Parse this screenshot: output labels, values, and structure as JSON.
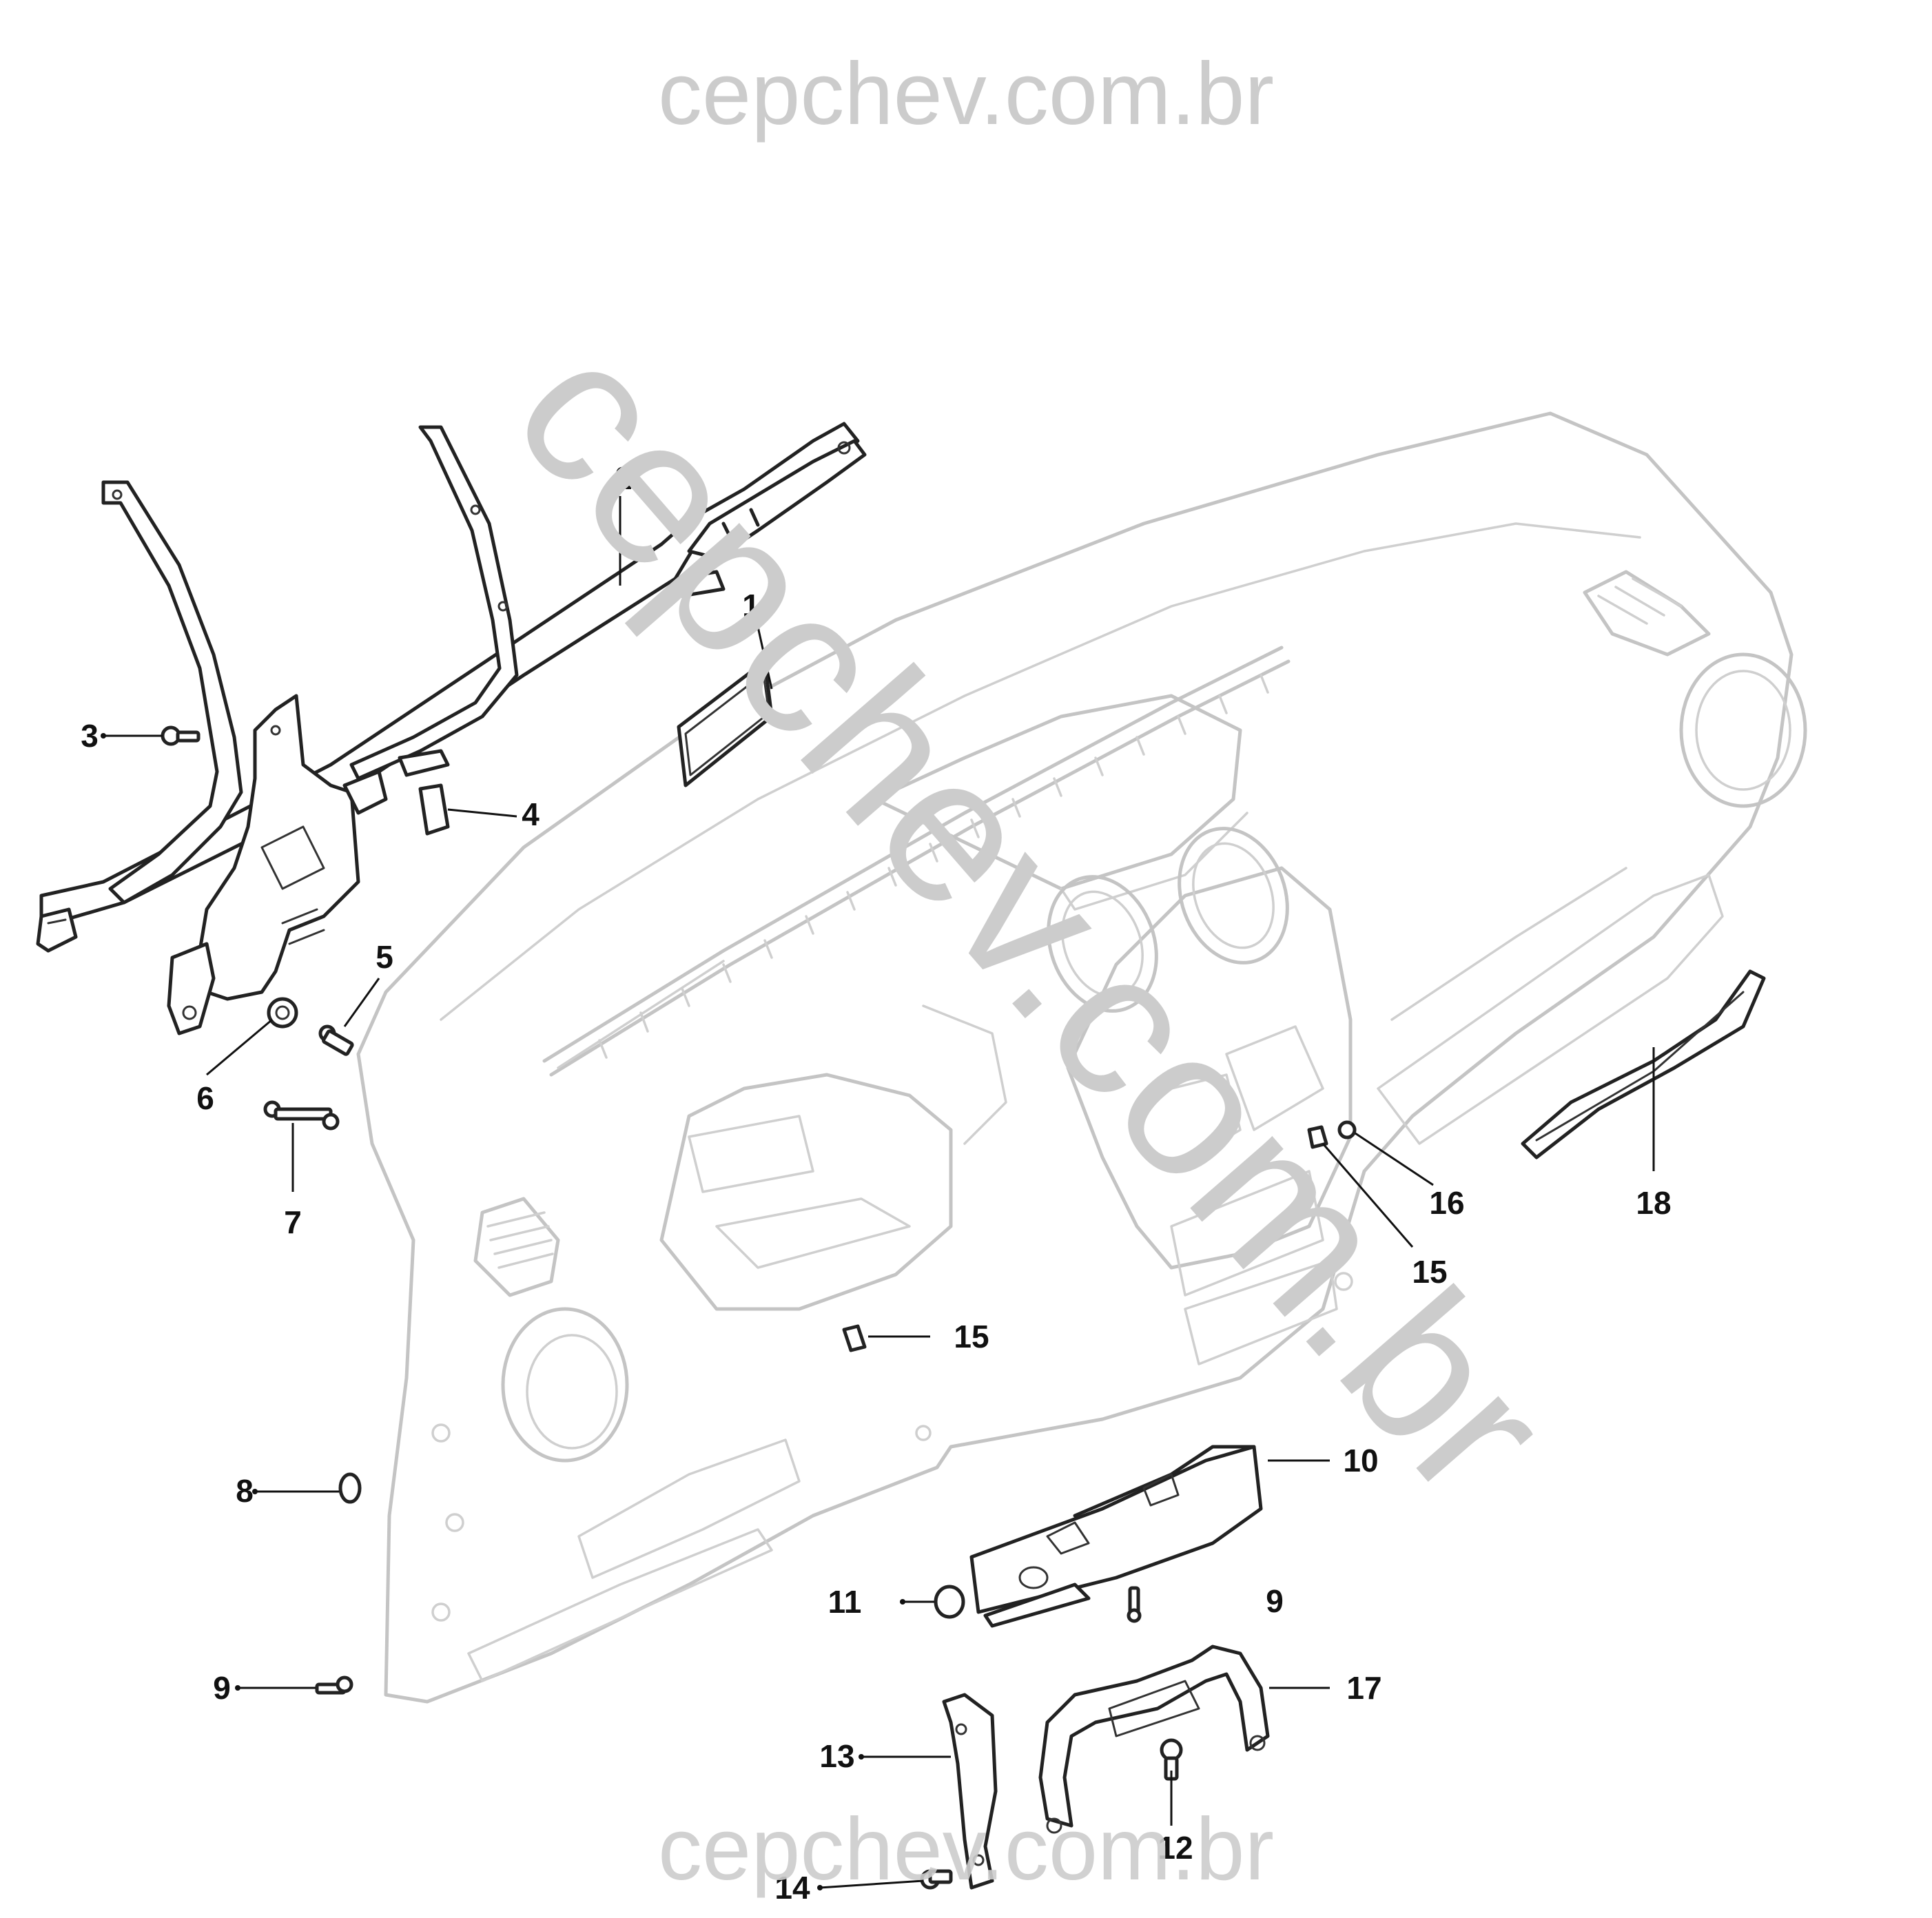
{
  "watermark": {
    "top": "cepchev.com.br",
    "bottom": "cepchev.com.br",
    "diagonal": "cepchev.com.br"
  },
  "callouts": [
    {
      "id": "c1",
      "label": "1"
    },
    {
      "id": "c2",
      "label": "2"
    },
    {
      "id": "c3",
      "label": "3"
    },
    {
      "id": "c4",
      "label": "4"
    },
    {
      "id": "c5",
      "label": "5"
    },
    {
      "id": "c6",
      "label": "6"
    },
    {
      "id": "c7",
      "label": "7"
    },
    {
      "id": "c8",
      "label": "8"
    },
    {
      "id": "c9a",
      "label": "9"
    },
    {
      "id": "c9b",
      "label": "9"
    },
    {
      "id": "c10",
      "label": "10"
    },
    {
      "id": "c11",
      "label": "11"
    },
    {
      "id": "c12",
      "label": "12"
    },
    {
      "id": "c13",
      "label": "13"
    },
    {
      "id": "c14",
      "label": "14"
    },
    {
      "id": "c15a",
      "label": "15"
    },
    {
      "id": "c15b",
      "label": "15"
    },
    {
      "id": "c16",
      "label": "16"
    },
    {
      "id": "c17",
      "label": "17"
    },
    {
      "id": "c18",
      "label": "18"
    }
  ],
  "colors": {
    "watermark": "#cccccc",
    "dashboard_ghost": "#c4c4c4",
    "parts": "#222222",
    "callout_text": "#111111",
    "background": "#ffffff"
  }
}
